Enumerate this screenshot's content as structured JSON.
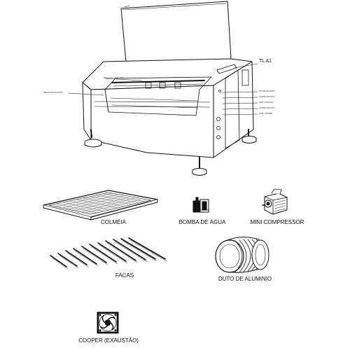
{
  "machine": {
    "model_label": "TL A1",
    "left_labels": {
      "exhaust": "EXHAUST OUTLETS",
      "table": "MESA ELEVATÓRIA"
    },
    "panel_labels": [
      "DOOR SENSOR",
      "LASER SWITCH",
      "MAIN SWITCH",
      "LASER SWITCH",
      "USB / FRAME"
    ]
  },
  "accessories": {
    "honeycomb": "COLMÉIA",
    "water_pump": "BOMBA DE ÁGUA",
    "air_compressor": "MINI COMPRESSOR",
    "blades": "FACAS",
    "duct": "DUTO DE ALUMINIO",
    "fan": "COOPER (EXAUSTÃO)"
  }
}
